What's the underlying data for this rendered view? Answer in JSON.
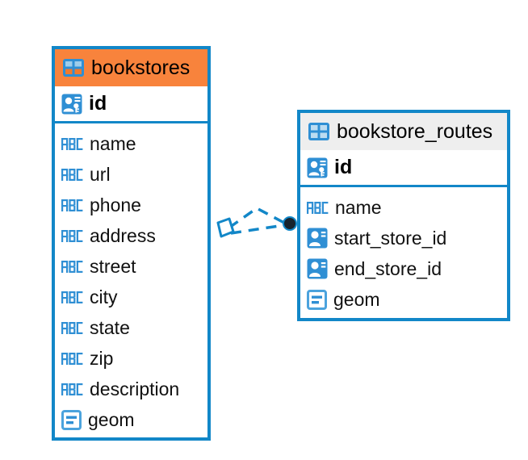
{
  "diagram": {
    "type": "entity-relationship-diagram",
    "background_color": "#ffffff",
    "accent_color": "#1287c8",
    "highlight_color": "#f8833c"
  },
  "entities": [
    {
      "name": "bookstores",
      "header_icon": "table-icon",
      "header_style": "accent-orange",
      "primary_key": {
        "label": "id",
        "icon": "primary-key-icon"
      },
      "fields": [
        {
          "label": "name",
          "icon": "abc-icon",
          "type": "text"
        },
        {
          "label": "url",
          "icon": "abc-icon",
          "type": "text"
        },
        {
          "label": "phone",
          "icon": "abc-icon",
          "type": "text"
        },
        {
          "label": "address",
          "icon": "abc-icon",
          "type": "text"
        },
        {
          "label": "street",
          "icon": "abc-icon",
          "type": "text"
        },
        {
          "label": "city",
          "icon": "abc-icon",
          "type": "text"
        },
        {
          "label": "state",
          "icon": "abc-icon",
          "type": "text"
        },
        {
          "label": "zip",
          "icon": "abc-icon",
          "type": "text"
        },
        {
          "label": "description",
          "icon": "abc-icon",
          "type": "text"
        },
        {
          "label": "geom",
          "icon": "geometry-icon",
          "type": "geometry"
        }
      ]
    },
    {
      "name": "bookstore_routes",
      "header_icon": "table-icon",
      "header_style": "accent-gray",
      "primary_key": {
        "label": "id",
        "icon": "primary-key-icon"
      },
      "fields": [
        {
          "label": "name",
          "icon": "abc-icon",
          "type": "text"
        },
        {
          "label": "start_store_id",
          "icon": "foreign-key-icon",
          "type": "reference"
        },
        {
          "label": "end_store_id",
          "icon": "foreign-key-icon",
          "type": "reference"
        },
        {
          "label": "geom",
          "icon": "geometry-icon",
          "type": "geometry"
        }
      ]
    }
  ],
  "relationship": {
    "from_entity": "bookstores",
    "to_entity": "bookstore_routes",
    "line_style": "dashed",
    "source_marker": "diamond-marker",
    "target_marker": "filled-circle-marker",
    "color": "#1287c8"
  }
}
